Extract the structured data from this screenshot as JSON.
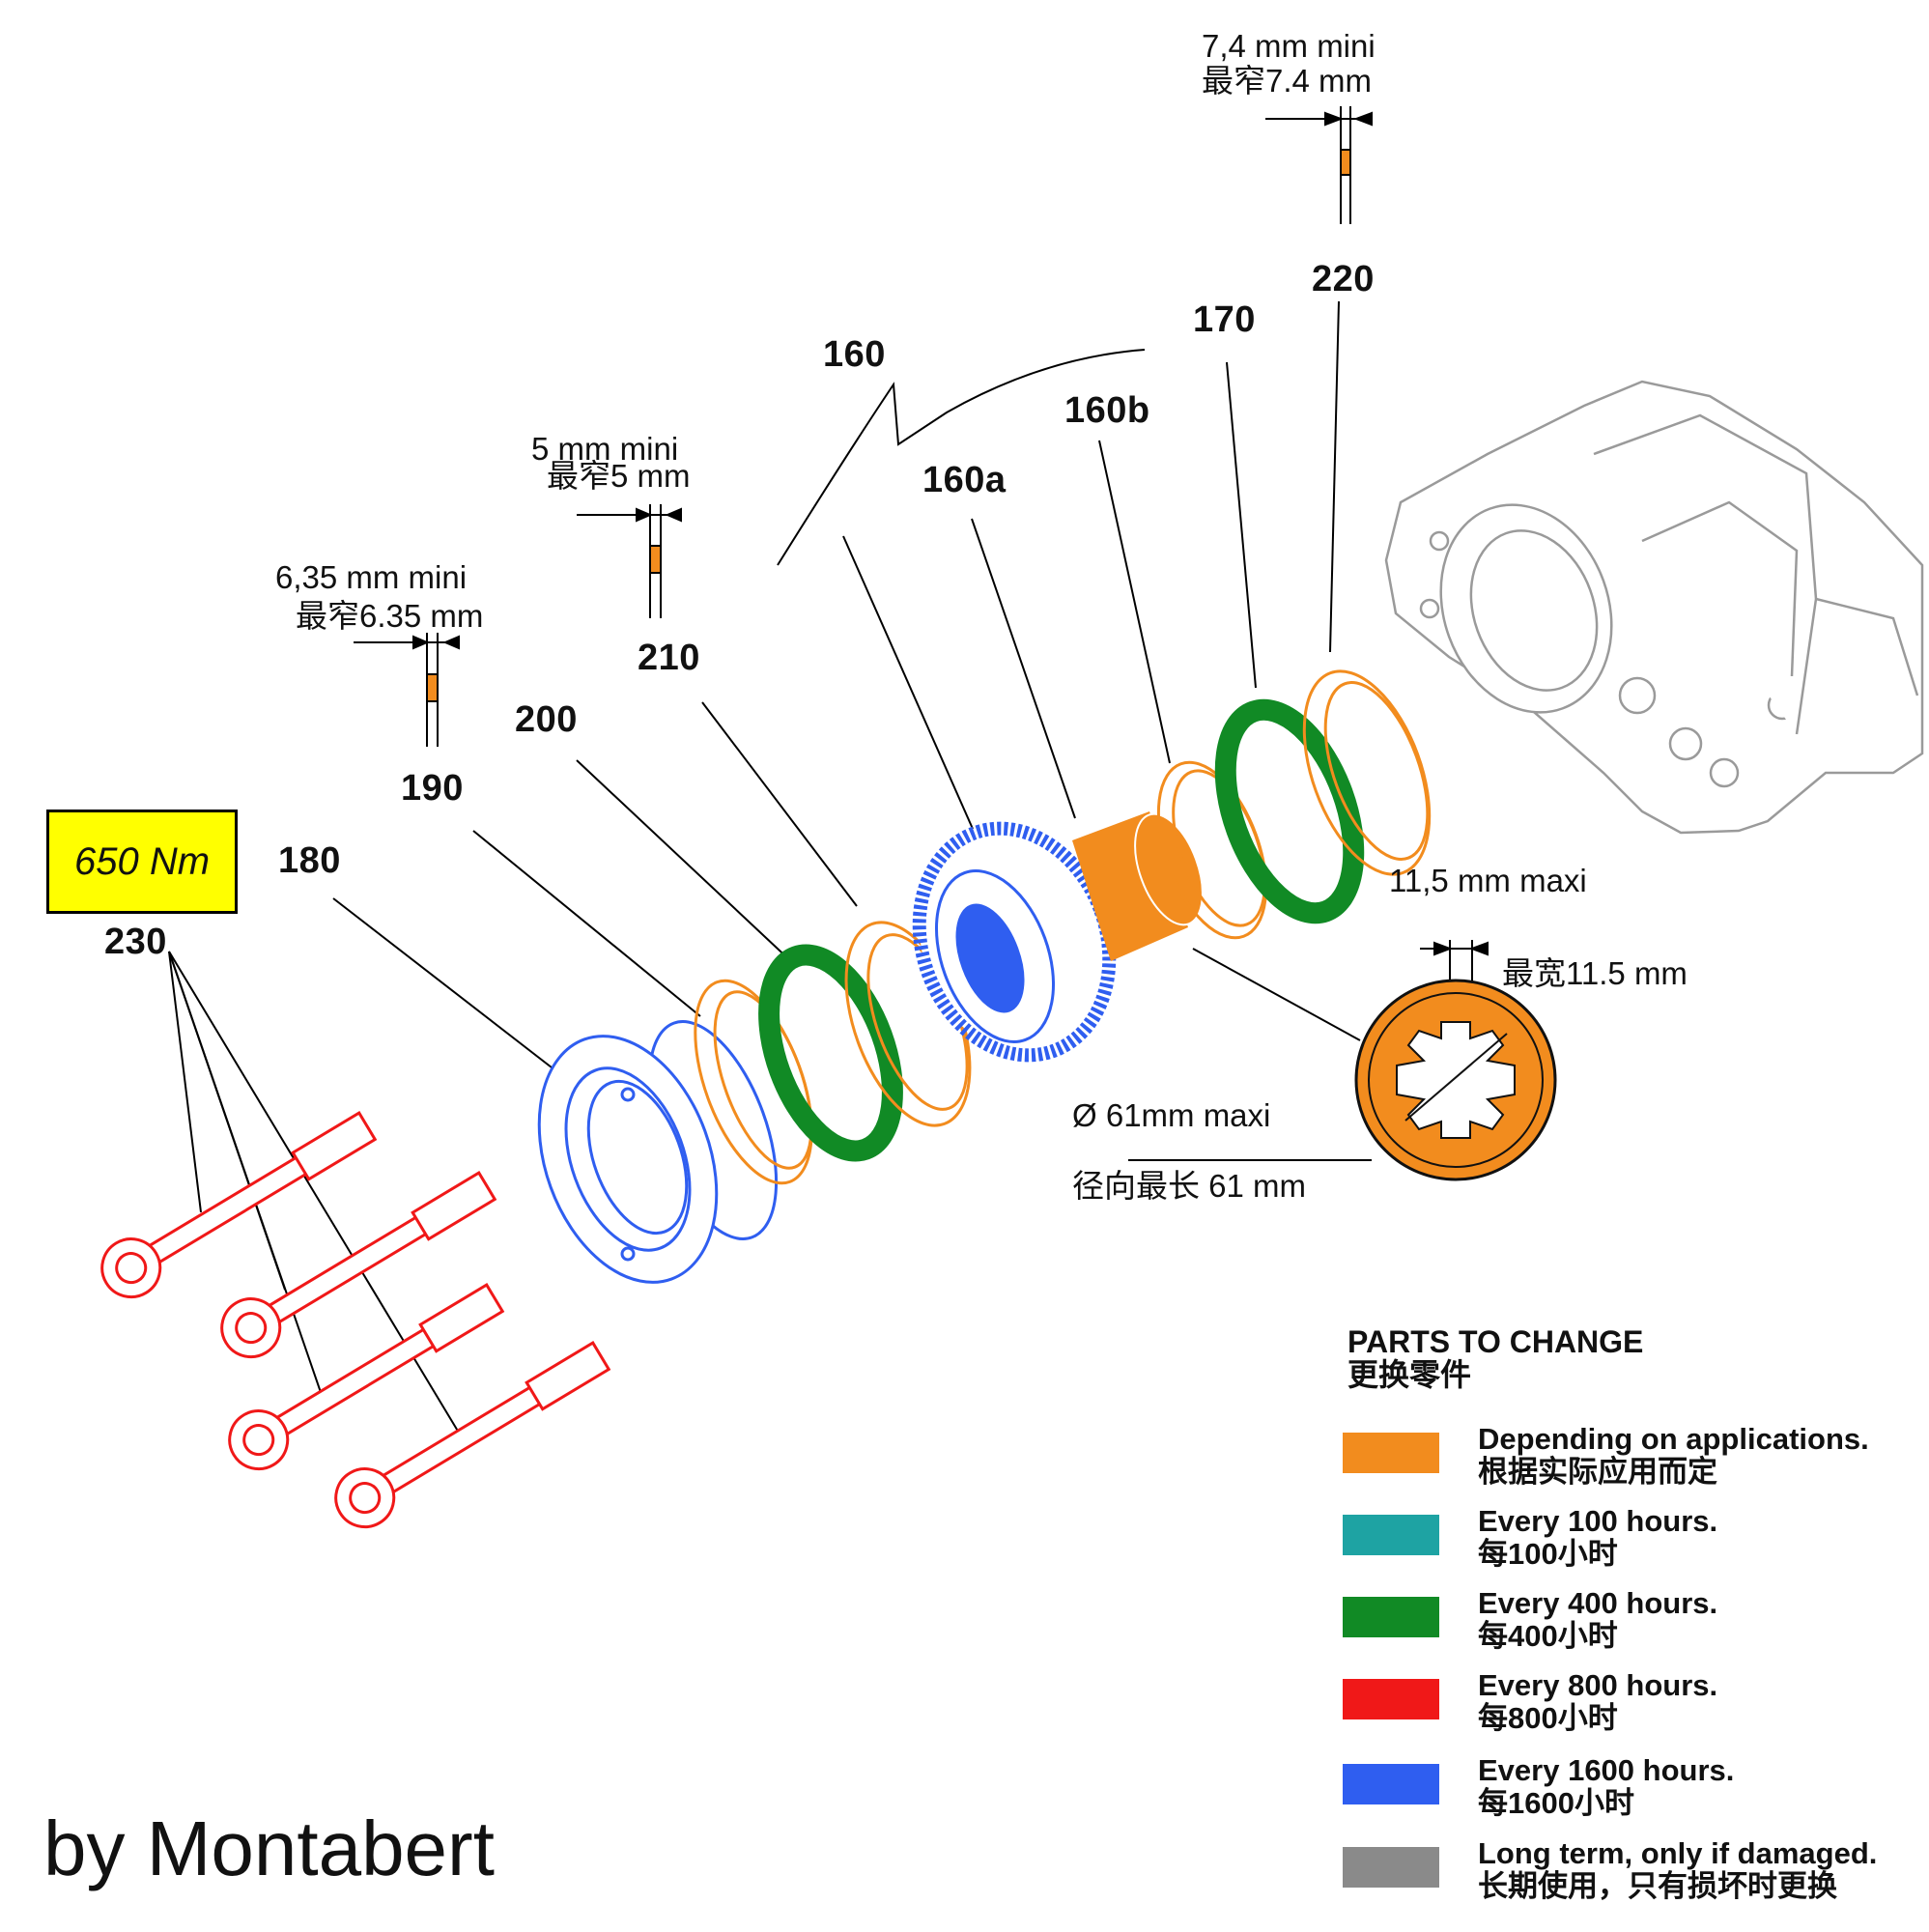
{
  "callouts": {
    "c160": "160",
    "c160a": "160a",
    "c160b": "160b",
    "c170": "170",
    "c180": "180",
    "c190": "190",
    "c200": "200",
    "c210": "210",
    "c220": "220",
    "c230": "230"
  },
  "torque": "650 Nm",
  "dimensions": {
    "d220_en": "7,4 mm mini",
    "d220_cn": "最窄7.4 mm",
    "d210_en": "5 mm mini",
    "d210_cn": "最窄5 mm",
    "d190_en": "6,35 mm mini",
    "d190_cn": "最窄6.35 mm",
    "width_en": "11,5 mm maxi",
    "width_cn": "最宽11.5 mm",
    "dia_en": "Ø 61mm maxi",
    "dia_cn": "径向最长 61 mm"
  },
  "legend": {
    "title_en": "PARTS TO CHANGE",
    "title_cn": "更换零件",
    "items": [
      {
        "en": "Depending on applications.",
        "cn": "根据实际应用而定",
        "color": "#f28c1e"
      },
      {
        "en": "Every 100 hours.",
        "cn": "每100小时",
        "color": "#1ea3a3"
      },
      {
        "en": "Every 400 hours.",
        "cn": "每400小时",
        "color": "#118a25"
      },
      {
        "en": "Every 800 hours.",
        "cn": "每800小时",
        "color": "#f01818"
      },
      {
        "en": "Every 1600 hours.",
        "cn": "每1600小时",
        "color": "#2f5ef0"
      },
      {
        "en": "Long term, only if damaged.",
        "cn": "长期使用，只有损坏时更换",
        "color": "#8a8a8a"
      }
    ]
  },
  "credit": "by Montabert"
}
